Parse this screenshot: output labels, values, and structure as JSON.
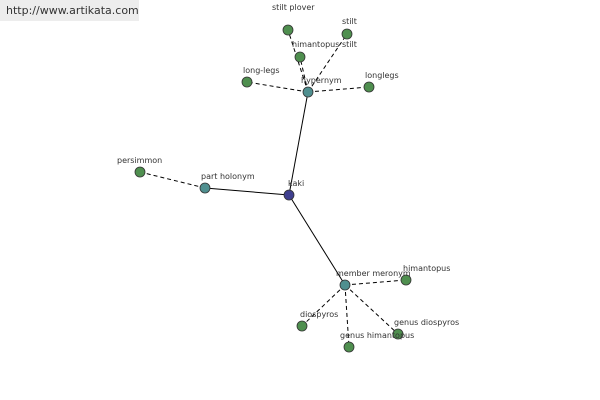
{
  "source_url": "http://www.artikata.com",
  "colors": {
    "center": "#3f3f8f",
    "relation": "#4f8f8f",
    "leaf": "#4f8f4f",
    "edge": "#000000",
    "label": "#333333",
    "banner": "#ededed"
  },
  "center": {
    "id": "kaki",
    "label": "kaki"
  },
  "relations": [
    {
      "id": "hypernym",
      "label": "hypernym",
      "children": [
        {
          "id": "stilt-plover",
          "label": "stilt plover"
        },
        {
          "id": "himantopus-stilt",
          "label": "himantopus stilt"
        },
        {
          "id": "stilt",
          "label": "stilt"
        },
        {
          "id": "long-legs",
          "label": "long-legs"
        },
        {
          "id": "longlegs",
          "label": "longlegs"
        }
      ]
    },
    {
      "id": "part-holonym",
      "label": "part holonym",
      "children": [
        {
          "id": "persimmon",
          "label": "persimmon"
        }
      ]
    },
    {
      "id": "member-meronym",
      "label": "member meronym",
      "children": [
        {
          "id": "himantopus",
          "label": "himantopus"
        },
        {
          "id": "diospyros",
          "label": "diospyros"
        },
        {
          "id": "genus-himantopus",
          "label": "genus himantopus"
        },
        {
          "id": "genus-diospyros",
          "label": "genus diospyros"
        }
      ]
    }
  ]
}
